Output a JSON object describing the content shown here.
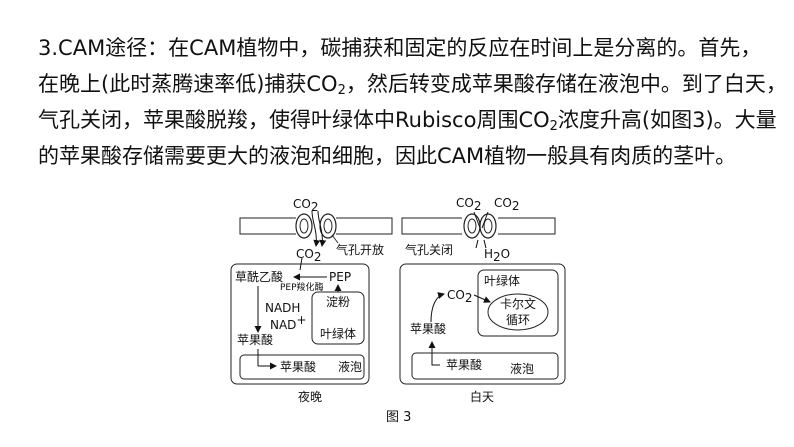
{
  "paragraph": {
    "line1": "3.CAM途径：在CAM植物中，碳捕获和固定的反应在时间上是分离的。首先，",
    "line2_pre": "在晚上(此时蒸腾速率低)捕获CO",
    "line2_sub": "2",
    "line2_post": "，然后转变成苹果酸存储在液泡中。到了白天，",
    "line3_pre": "气孔关闭，苹果酸脱羧，使得叶绿体中Rubisco周围CO",
    "line3_sub": "2",
    "line3_post": "浓度升高(如图3)。大量",
    "line4": "的苹果酸存储需要更大的液泡和细胞，因此CAM植物一般具有肉质的茎叶。"
  },
  "figure": {
    "caption": "图 3",
    "night": {
      "label": "夜晚",
      "co2_top": "CO",
      "co2_bottom": "CO",
      "co2_sub": "2",
      "stomata_label": "气孔开放",
      "oaa": "草酰乙酸",
      "pep": "PEP",
      "enzyme": "PEP羧化酶",
      "nadh": "NADH",
      "nad": "NAD",
      "nad_sup": "+",
      "starch": "淀粉",
      "chloroplast": "叶绿体",
      "malate": "苹果酸",
      "vacuole_malate": "苹果酸",
      "vacuole": "液泡"
    },
    "day": {
      "label": "白天",
      "co2_left": "CO",
      "co2_right": "CO",
      "co2_sub": "2",
      "stomata_label": "气孔关闭",
      "h2o_pre": "H",
      "h2o_sub": "2",
      "h2o_post": "O",
      "chloroplast": "叶绿体",
      "co2_inner": "CO",
      "calvin_1": "卡尔文",
      "calvin_2": "循环",
      "malate": "苹果酸",
      "vacuole_malate": "苹果酸",
      "vacuole": "液泡"
    }
  }
}
